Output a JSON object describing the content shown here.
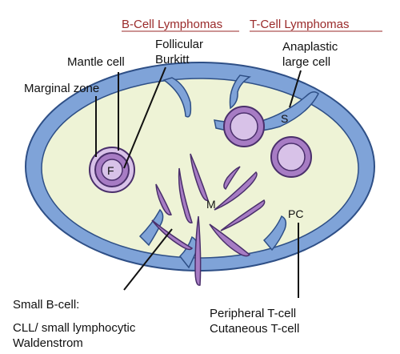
{
  "headers": {
    "b_cell": "B-Cell Lymphomas",
    "t_cell": "T-Cell Lymphomas"
  },
  "labels": {
    "follicular": "Follicular",
    "burkitt": "Burkitt",
    "mantle_cell": "Mantle cell",
    "marginal_zone": "Marginal zone",
    "anaplastic_1": "Anaplastic",
    "anaplastic_2": "large cell",
    "small_b_cell": "Small B-cell:",
    "cll": "CLL/ small lymphocytic",
    "waldenstrom": "Waldenstrom",
    "peripheral_t": "Peripheral T-cell",
    "cutaneous_t": "Cutaneous T-cell"
  },
  "regions": {
    "follicle": "F",
    "medulla": "M",
    "sinus": "S",
    "paracortex": "PC"
  },
  "colors": {
    "header_red": "#9a2a2a",
    "capsule_blue": "#7fa3d8",
    "capsule_outline": "#2e4f86",
    "node_fill": "#eef3d6",
    "follicle_purple": "#a77cc4",
    "follicle_outline": "#4a2f6b",
    "follicle_light": "#d8c2e8"
  }
}
